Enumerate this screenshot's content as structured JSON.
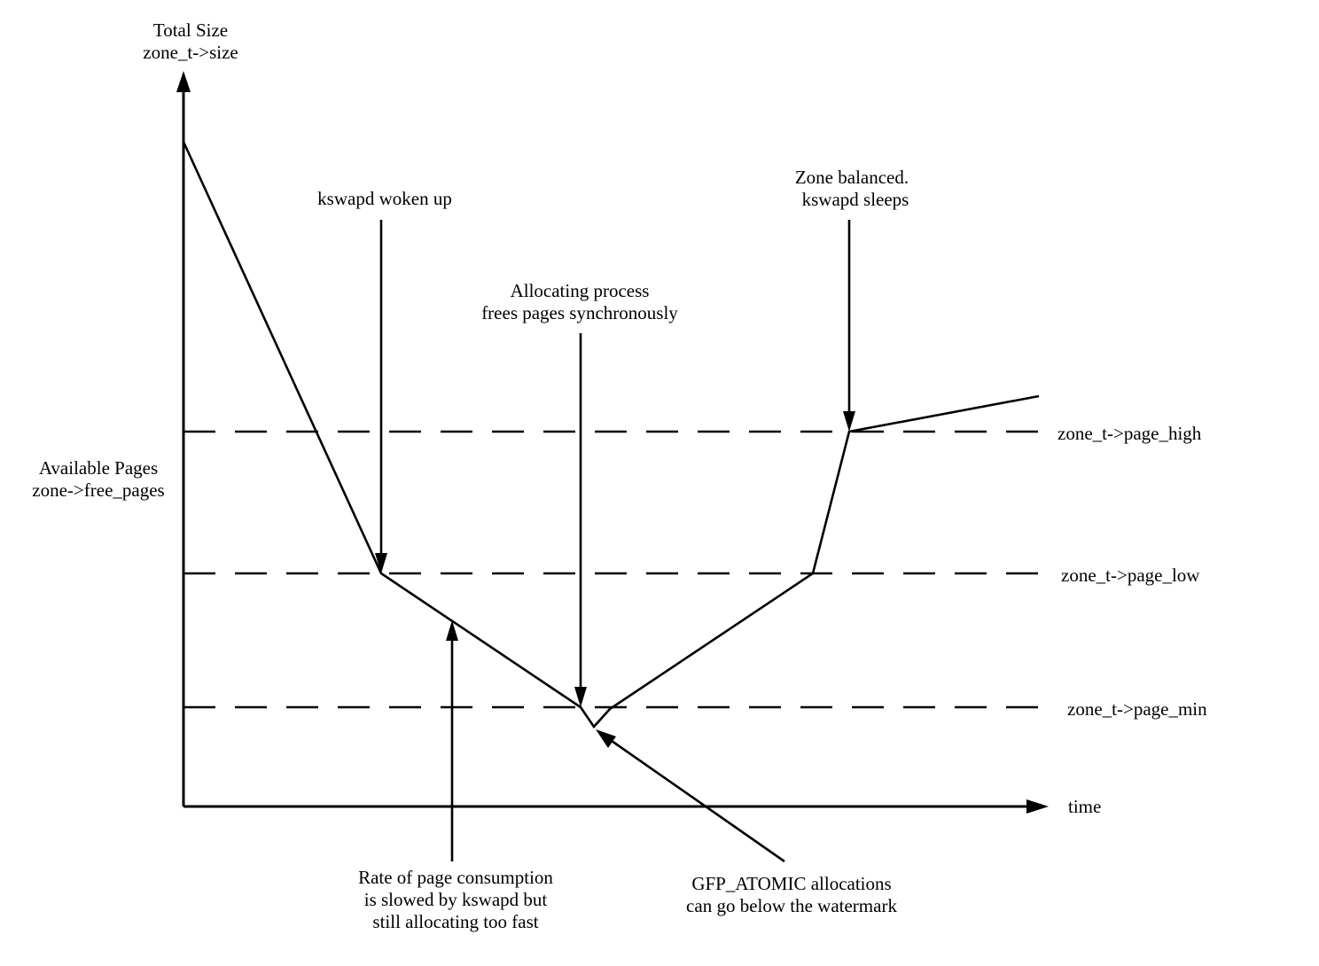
{
  "axes": {
    "y_label_line1": "Total Size",
    "y_label_line2": "zone_t->size",
    "y_mid_label_line1": "Available Pages",
    "y_mid_label_line2": "zone->free_pages",
    "x_label": "time"
  },
  "watermarks": {
    "high": "zone_t->page_high",
    "low": "zone_t->page_low",
    "min": "zone_t->page_min"
  },
  "annotations": {
    "kswapd_woken": "kswapd woken up",
    "zone_balanced_line1": "Zone balanced.",
    "zone_balanced_line2": "kswapd sleeps",
    "allocating_line1": "Allocating process",
    "allocating_line2": "frees pages synchronously",
    "rate_line1": "Rate of page consumption",
    "rate_line2": "is slowed by kswapd but",
    "rate_line3": "still allocating too fast",
    "gfp_line1": "GFP_ATOMIC allocations",
    "gfp_line2": "can go below the watermark"
  }
}
